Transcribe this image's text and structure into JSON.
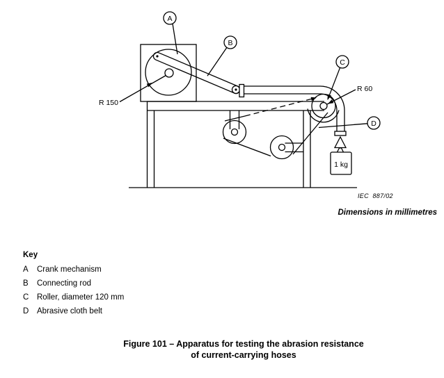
{
  "diagram": {
    "callouts": [
      {
        "letter": "A"
      },
      {
        "letter": "B"
      },
      {
        "letter": "C"
      },
      {
        "letter": "D"
      }
    ],
    "radius_crank_label": "R 150",
    "radius_roller_label": "R 60",
    "weight_label": "1 kg",
    "reference": "IEC  887/02",
    "dimensions_note": "Dimensions in millimetres"
  },
  "key": {
    "title": "Key",
    "items": [
      {
        "letter": "A",
        "text": "Crank mechanism"
      },
      {
        "letter": "B",
        "text": "Connecting rod"
      },
      {
        "letter": "C",
        "text": "Roller, diameter 120 mm"
      },
      {
        "letter": "D",
        "text": "Abrasive cloth belt"
      }
    ]
  },
  "caption": {
    "line1": "Figure 101 – Apparatus for testing the abrasion resistance",
    "line2": "of current-carrying hoses"
  },
  "colors": {
    "ink": "#000000",
    "background": "#ffffff"
  }
}
